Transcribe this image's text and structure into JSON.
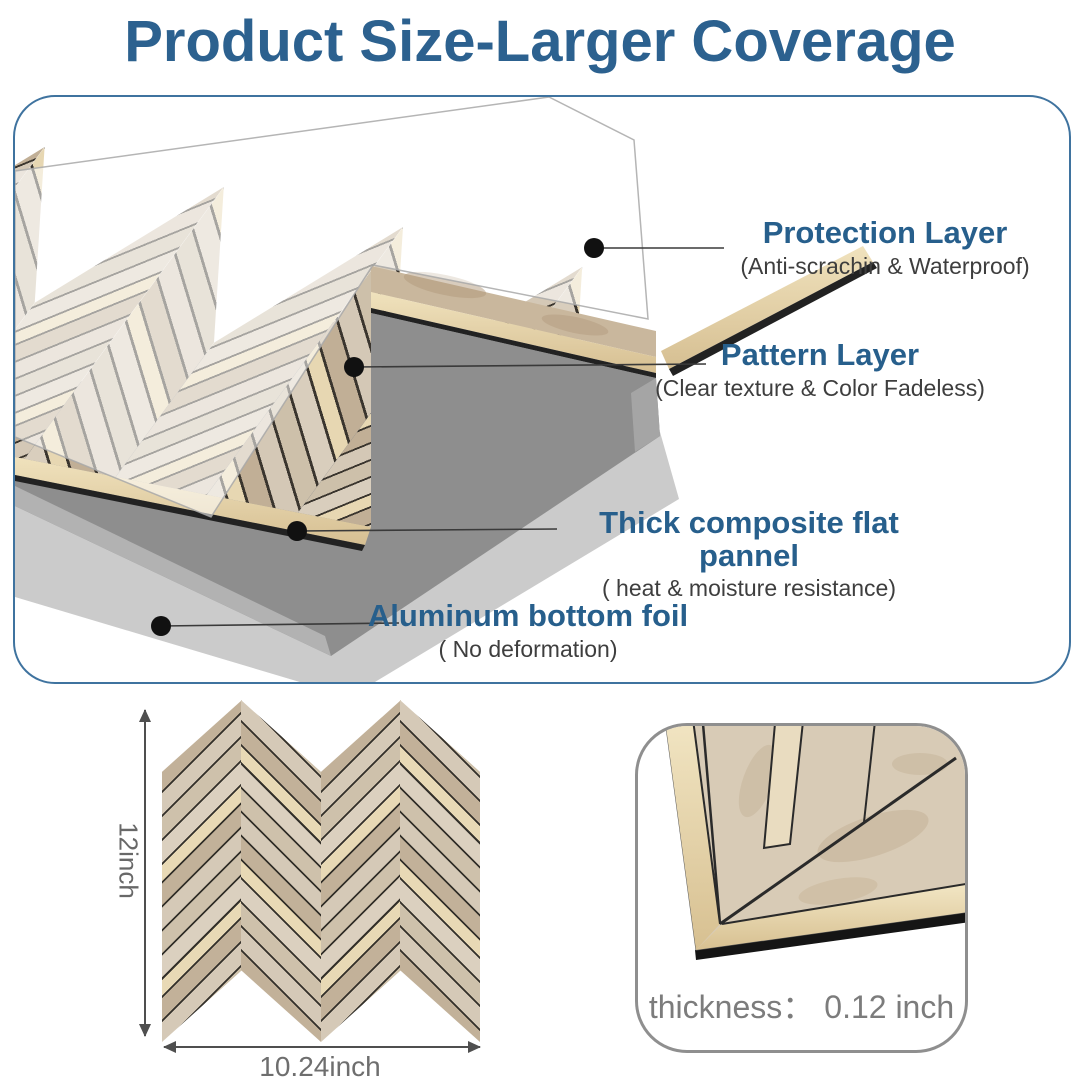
{
  "title": "Product Size-Larger Coverage",
  "diagram": {
    "callouts": [
      {
        "heading": "Protection Layer",
        "sub": "(Anti-scrachin & Waterproof)"
      },
      {
        "heading": "Pattern Layer",
        "sub": "(Clear texture & Color Fadeless)"
      },
      {
        "heading": "Thick composite flat pannel",
        "sub": "( heat & moisture resistance)"
      },
      {
        "heading": "Aluminum bottom foil",
        "sub": "( No deformation)"
      }
    ]
  },
  "dimensions": {
    "height_label": "12inch",
    "width_label": "10.24inch"
  },
  "thickness": {
    "label": "thickness：",
    "value": "0.12 inch"
  },
  "colors": {
    "heading_blue": "#275f8c",
    "title_blue": "#2c618f",
    "box_border_blue": "#3f739f",
    "thick_box_border_gray": "#8f8f8f",
    "caption_gray": "#3e3e3e",
    "dimension_gray": "#6e6e6e",
    "gold_accent": "#e3cfa0",
    "panel_gray": "#8e8e8e",
    "foil_gray": "#cbcbcb",
    "marble_beige": "#cdc0aa"
  },
  "icons": {
    "vertical_dimension": "double-headed-arrow",
    "horizontal_dimension": "double-headed-arrow",
    "callout_marker": "black-dot"
  }
}
